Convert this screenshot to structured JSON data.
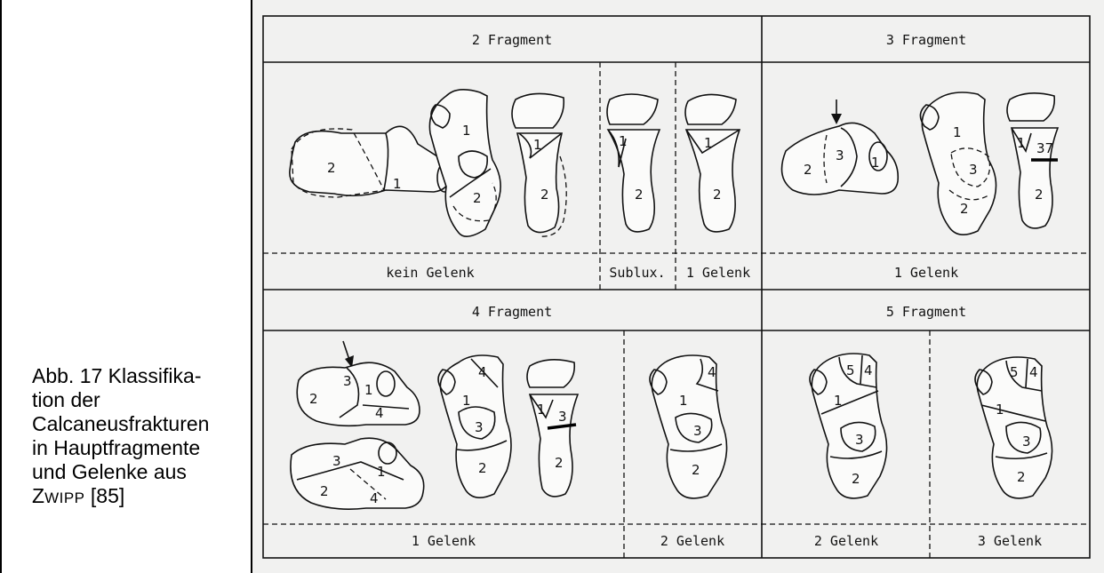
{
  "caption": {
    "line1": "Abb. 17 Klassifika-",
    "line2": "tion der",
    "line3": "Calcaneusfrakturen",
    "line4": "in Hauptfragmente",
    "line5": "und Gelenke aus",
    "author_initial": "Z",
    "author_rest": "WIPP",
    "ref": " [85]"
  },
  "figure": {
    "headers": {
      "two": "2 Fragment",
      "three": "3 Fragment",
      "four": "4 Fragment",
      "five": "5 Fragment"
    },
    "footers": {
      "kein": "kein Gelenk",
      "sublux": "Sublux.",
      "g1_top": "1 Gelenk",
      "g1_three": "1 Gelenk",
      "g1_four": "1 Gelenk",
      "g2_four": "2 Gelenk",
      "g2_five": "2 Gelenk",
      "g3_five": "3 Gelenk"
    },
    "numbers": {
      "n1": "1",
      "n2": "2",
      "n3": "3",
      "n4": "4",
      "n5": "5",
      "n37": "37"
    }
  }
}
